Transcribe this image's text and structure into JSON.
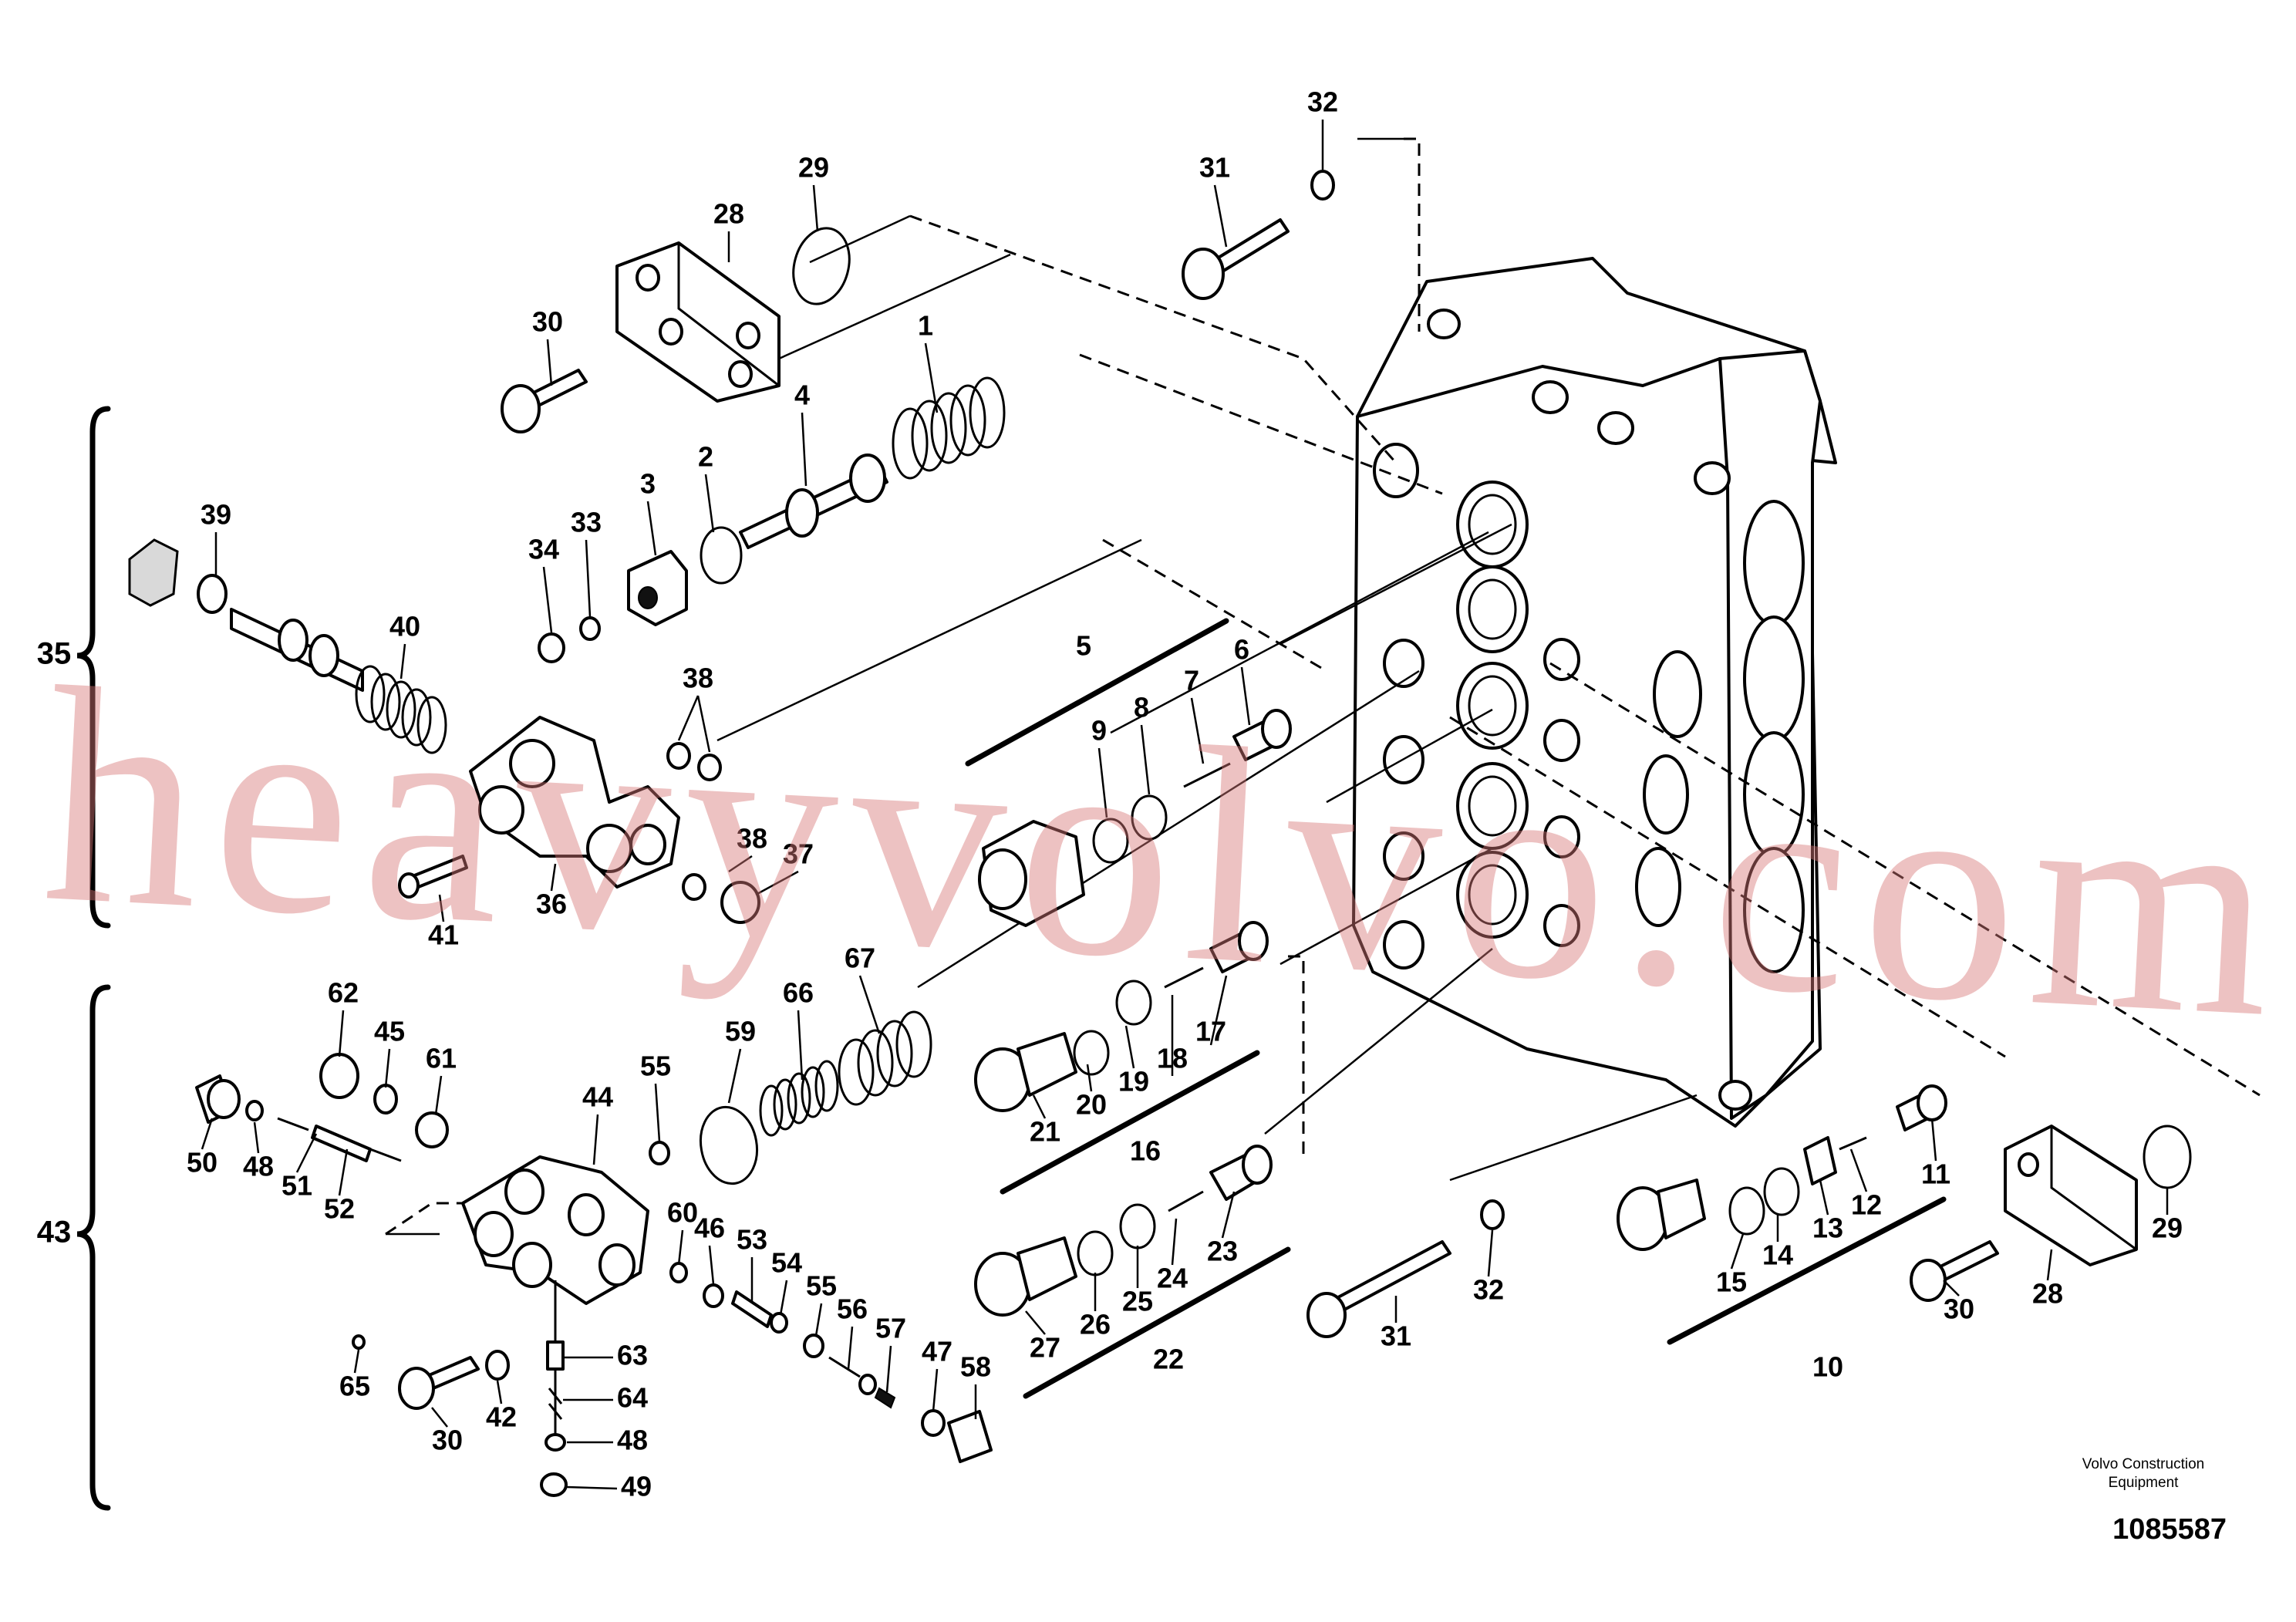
{
  "watermark": "heavyvolvo.com",
  "brand": {
    "line1": "Volvo Construction",
    "line2": "Equipment"
  },
  "drawing_number": "1085587",
  "callouts": {
    "c1": "1",
    "c2": "2",
    "c3": "3",
    "c4": "4",
    "c5": "5",
    "c6": "6",
    "c7": "7",
    "c8": "8",
    "c9": "9",
    "c10": "10",
    "c11": "11",
    "c12": "12",
    "c13": "13",
    "c14": "14",
    "c15": "15",
    "c16": "16",
    "c17": "17",
    "c18": "18",
    "c19": "19",
    "c20": "20",
    "c21": "21",
    "c22": "22",
    "c23": "23",
    "c24": "24",
    "c25": "25",
    "c26": "26",
    "c27": "27",
    "c28": "28",
    "c29": "29",
    "c30": "30",
    "c31": "31",
    "c32": "32",
    "c33": "33",
    "c34": "34",
    "c35": "35",
    "c36": "36",
    "c37": "37",
    "c38": "38",
    "c39": "39",
    "c40": "40",
    "c41": "41",
    "c42": "42",
    "c43": "43",
    "c44": "44",
    "c45": "45",
    "c46": "46",
    "c47": "47",
    "c48": "48",
    "c49": "49",
    "c50": "50",
    "c51": "51",
    "c52": "52",
    "c53": "53",
    "c54": "54",
    "c55": "55",
    "c56": "56",
    "c57": "57",
    "c58": "58",
    "c59": "59",
    "c60": "60",
    "c61": "61",
    "c62": "62",
    "c63": "63",
    "c64": "64",
    "c65": "65",
    "c66": "66",
    "c67": "67"
  }
}
